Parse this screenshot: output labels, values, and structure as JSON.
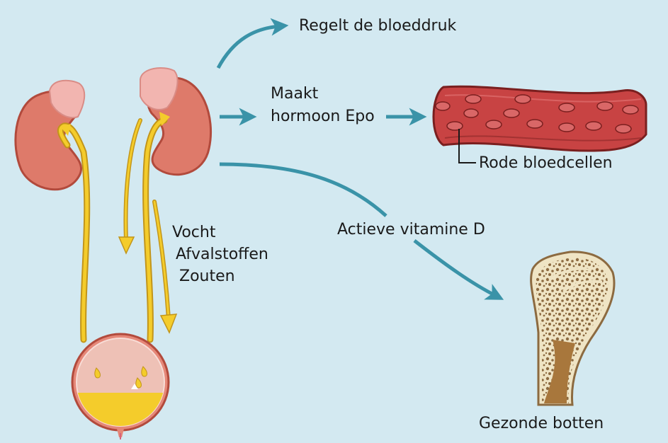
{
  "labels": {
    "blood_pressure": "Regelt de bloeddruk",
    "epo_line1": "Maakt",
    "epo_line2": "hormoon Epo",
    "red_cells": "Rode bloedcellen",
    "vitamin_d": "Actieve vitamine D",
    "healthy_bones": "Gezonde botten",
    "fluid": "Vocht",
    "waste": "Afvalstoffen",
    "salts": "Zouten"
  },
  "colors": {
    "background": "#d3e9f1",
    "arrow_teal": "#3a93a8",
    "kidney": "#de7a6a",
    "kidney_outline": "#b24a3c",
    "adrenal": "#f2b5b0",
    "ureter": "#f4cc2b",
    "vessel": "#c84343",
    "bone": "#8c6a40"
  }
}
